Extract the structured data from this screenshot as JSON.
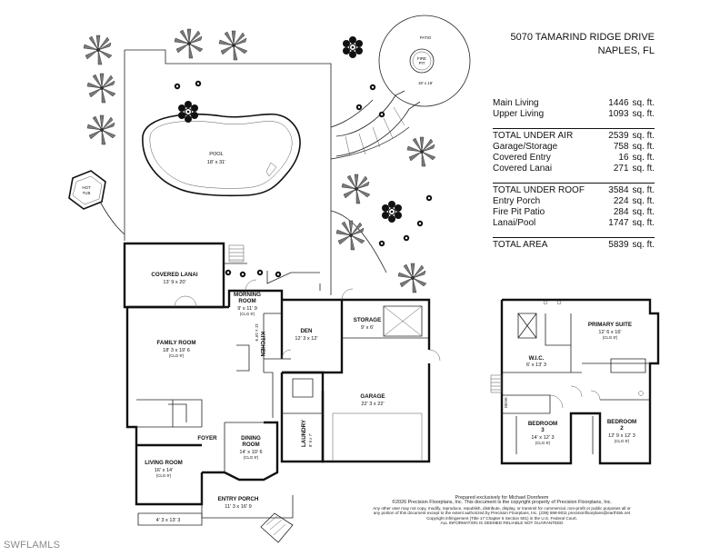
{
  "header": {
    "address": "5070 TAMARIND RIDGE DRIVE",
    "city": "NAPLES, FL"
  },
  "areas": {
    "unit": "sq. ft.",
    "main_living": {
      "label": "Main Living",
      "value": "1446"
    },
    "upper_living": {
      "label": "Upper Living",
      "value": "1093"
    },
    "total_under_air": {
      "label": "TOTAL UNDER AIR",
      "value": "2539"
    },
    "garage_storage": {
      "label": "Garage/Storage",
      "value": "758"
    },
    "covered_entry": {
      "label": "Covered Entry",
      "value": "16"
    },
    "covered_lanai": {
      "label": "Covered Lanai",
      "value": "271"
    },
    "total_under_roof": {
      "label": "TOTAL UNDER ROOF",
      "value": "3584"
    },
    "entry_porch": {
      "label": "Entry Porch",
      "value": "224"
    },
    "fire_pit_patio": {
      "label": "Fire Pit Patio",
      "value": "284"
    },
    "lanai_pool": {
      "label": "Lanai/Pool",
      "value": "1747"
    },
    "total_area": {
      "label": "TOTAL AREA",
      "value": "5839"
    }
  },
  "rooms": {
    "patio": {
      "name": "PATIO",
      "dim": "19' x 19'"
    },
    "fire_pit": {
      "line1": "FIRE",
      "line2": "PIT"
    },
    "pool": {
      "name": "POOL",
      "dim": "18' x 31'"
    },
    "hot_tub": {
      "line1": "HOT",
      "line2": "TUB"
    },
    "covered_lanai": {
      "name": "COVERED LANAI",
      "dim": "13' 9 x 20'"
    },
    "morning_room": {
      "name1": "MORNING",
      "name2": "ROOM",
      "dim": "9' x 11' 9",
      "clg": "(CLG 9')"
    },
    "family_room": {
      "name": "FAMILY ROOM",
      "dim": "18' 3 x 19' 6",
      "clg": "(CLG 9')"
    },
    "kitchen": {
      "name": "KITCHEN",
      "dim": "11' x 18' 9"
    },
    "den": {
      "name": "DEN",
      "dim": "12' 3 x 12'"
    },
    "storage": {
      "name": "STORAGE",
      "dim": "9' x 6'"
    },
    "garage": {
      "name": "GARAGE",
      "dim": "22' 3 x 22'"
    },
    "laundry": {
      "name": "LAUNDRY",
      "dim": "8' 9 x 7'"
    },
    "foyer": {
      "name": "FOYER"
    },
    "dining_room": {
      "name1": "DINING",
      "name2": "ROOM",
      "dim": "14' x 10' 6",
      "clg": "(CLG 9')"
    },
    "living_room": {
      "name": "LIVING ROOM",
      "dim": "16' x 14'",
      "clg": "(CLG 9')"
    },
    "entry_porch": {
      "name": "ENTRY PORCH",
      "dim": "11' 3 x 16' 9"
    },
    "porch_dim": "4' 3 x 13' 3",
    "primary_suite": {
      "name": "PRIMARY SUITE",
      "dim": "12' 6 x 16'",
      "clg": "(CLG 8')"
    },
    "wic": {
      "name": "W.I.C.",
      "dim": "6' x 13' 3"
    },
    "bedroom3": {
      "name1": "BEDROOM",
      "name2": "3",
      "dim": "14' x 12' 3",
      "clg": "(CLG 8')"
    },
    "bedroom2": {
      "name1": "BEDROOM",
      "name2": "2",
      "dim": "12' 9 x 12' 3",
      "clg": "(CLG 8')"
    },
    "desk": "DESK"
  },
  "footer": {
    "line1": "Prepared exclusively for Michael Dorofeem",
    "line2": "©2026 Precision Floorplans, Inc.  This document is the copyright property of Precision Floorplans, Inc.",
    "line3": "Any other user may not copy, modify, reproduce, republish, distribute, display, or transmit for commercial, non-profit or public purposes all or",
    "line4": "any portion of this document except to the extent authorized by Precision Floorplans, Inc. (239) 598-9011 precisionfloorplans@earthlink.net",
    "line5": "Copyright infringement (Title 17 Chapter 5 Section 501) in the U.S. Federal Court.",
    "line6": "ALL INFORMATION IS DEEMED RELIABLE NOT GUARANTEED"
  },
  "watermark": "SWFLAMLS"
}
